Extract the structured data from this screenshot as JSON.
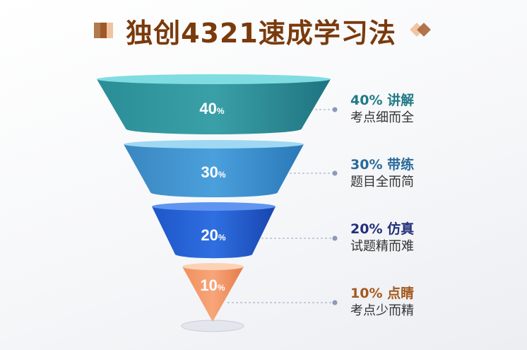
{
  "title": "独创4321速成学习法",
  "colors": {
    "title": "#7a3a0c",
    "layer1": "#1f7a86",
    "layer2": "#2a6a9a",
    "layer3": "#22307a",
    "layer4": "#a5591d"
  },
  "layers": [
    {
      "value": "40",
      "unit": "%",
      "heading": "40% 讲解",
      "sub": "考点细而全"
    },
    {
      "value": "30",
      "unit": "%",
      "heading": "30% 带练",
      "sub": "题目全而简"
    },
    {
      "value": "20",
      "unit": "%",
      "heading": "20% 仿真",
      "sub": "试题精而难"
    },
    {
      "value": "10",
      "unit": "%",
      "heading": "10% 点睛",
      "sub": "考点少而精"
    }
  ]
}
